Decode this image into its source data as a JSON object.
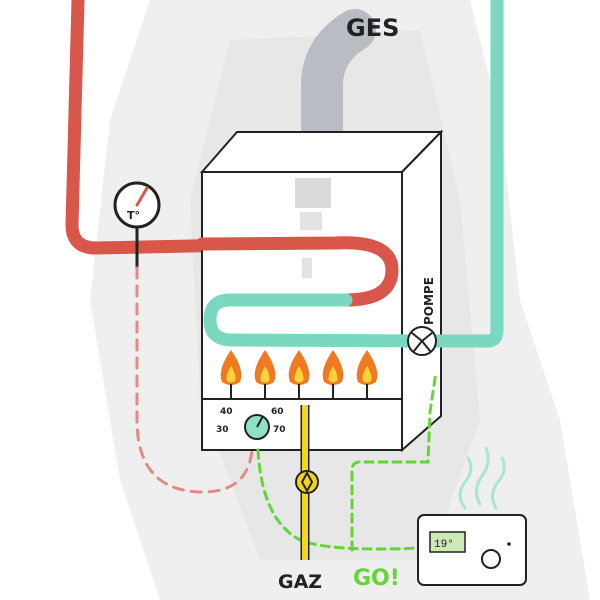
{
  "labels": {
    "exhaust": "GES",
    "gas": "GAZ",
    "go": "GO!",
    "pump": "POMPE",
    "thermometer": "T°",
    "thermostat_display": "19°"
  },
  "dial": {
    "ticks": [
      "40",
      "60",
      "30",
      "70"
    ]
  },
  "flames_count": 5,
  "colors": {
    "hot_pipe": "#d9574a",
    "cold_pipe": "#79d8bf",
    "signal": "#63d636",
    "gas_pipe": "#f2d61b",
    "flame_outer": "#ef7a22",
    "flame_inner": "#ffd23a",
    "dashed_sensor": "#e58a83",
    "heat_waves": "#a8e6d4",
    "exhaust_pipe": "#b9bcc2",
    "display_bg": "#cfe9b6"
  }
}
